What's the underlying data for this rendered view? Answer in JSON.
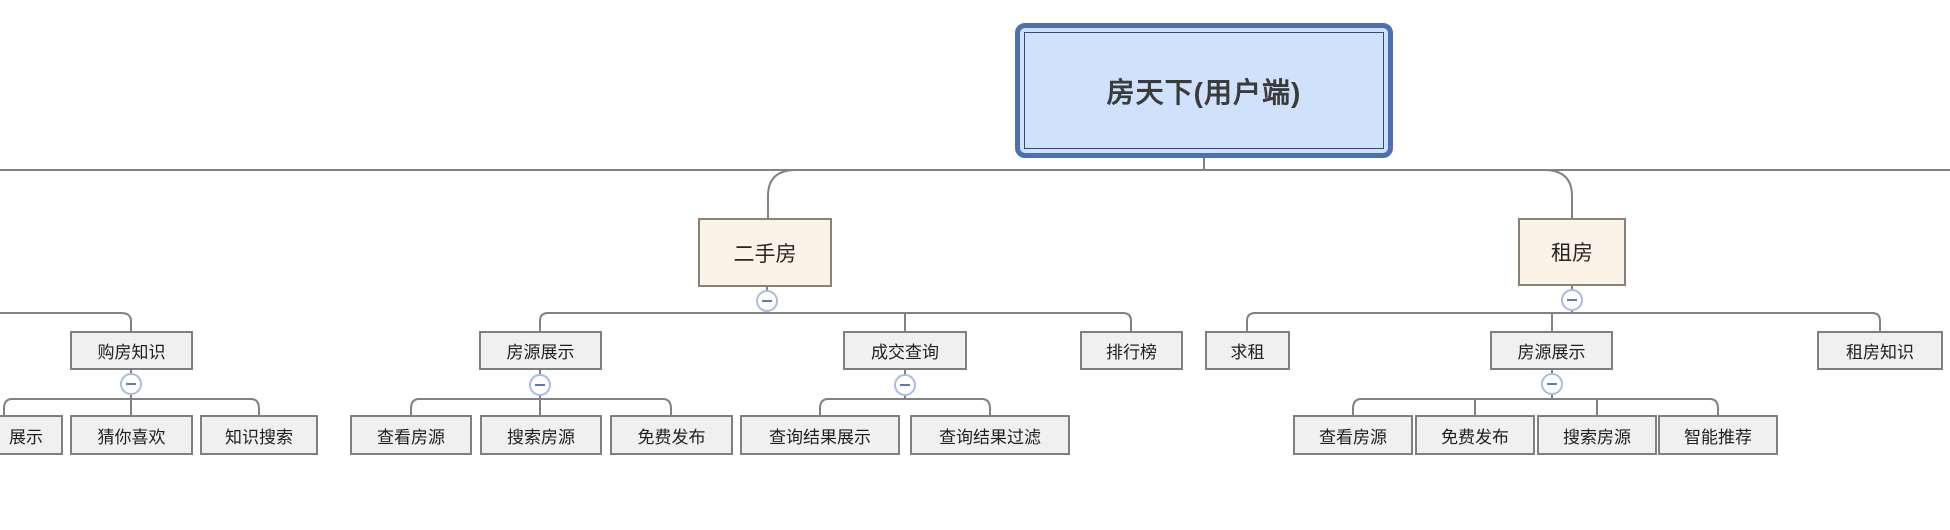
{
  "root": {
    "label": "房天下(用户端)"
  },
  "offscreen_left_branch": {
    "topics": [
      {
        "label": "购房知识",
        "children": [
          {
            "label": "展示"
          },
          {
            "label": "猜你喜欢"
          },
          {
            "label": "知识搜索"
          }
        ]
      }
    ]
  },
  "branches": [
    {
      "label": "二手房",
      "topics": [
        {
          "label": "房源展示",
          "children": [
            {
              "label": "查看房源"
            },
            {
              "label": "搜索房源"
            },
            {
              "label": "免费发布"
            }
          ]
        },
        {
          "label": "成交查询",
          "children": [
            {
              "label": "查询结果展示"
            },
            {
              "label": "查询结果过滤"
            }
          ]
        },
        {
          "label": "排行榜",
          "children": []
        }
      ]
    },
    {
      "label": "租房",
      "topics": [
        {
          "label": "求租",
          "children": []
        },
        {
          "label": "房源展示",
          "children": [
            {
              "label": "查看房源"
            },
            {
              "label": "免费发布"
            },
            {
              "label": "搜索房源"
            },
            {
              "label": "智能推荐"
            }
          ]
        },
        {
          "label": "租房知识",
          "children": []
        }
      ]
    }
  ],
  "colors": {
    "root_border": "#4c70b4",
    "root_fill": "#cfe1fb",
    "root_inner_border": "#2b4a7e",
    "branch_fill": "#fdf2e7",
    "branch_border": "#8a8075",
    "topic_fill": "#f0f0f0",
    "topic_border": "#7f7f7f",
    "connector_line": "#828282",
    "collapse_ring": "#a9bce4",
    "collapse_minus": "#5c79b8",
    "text": "#1f1f1f"
  }
}
